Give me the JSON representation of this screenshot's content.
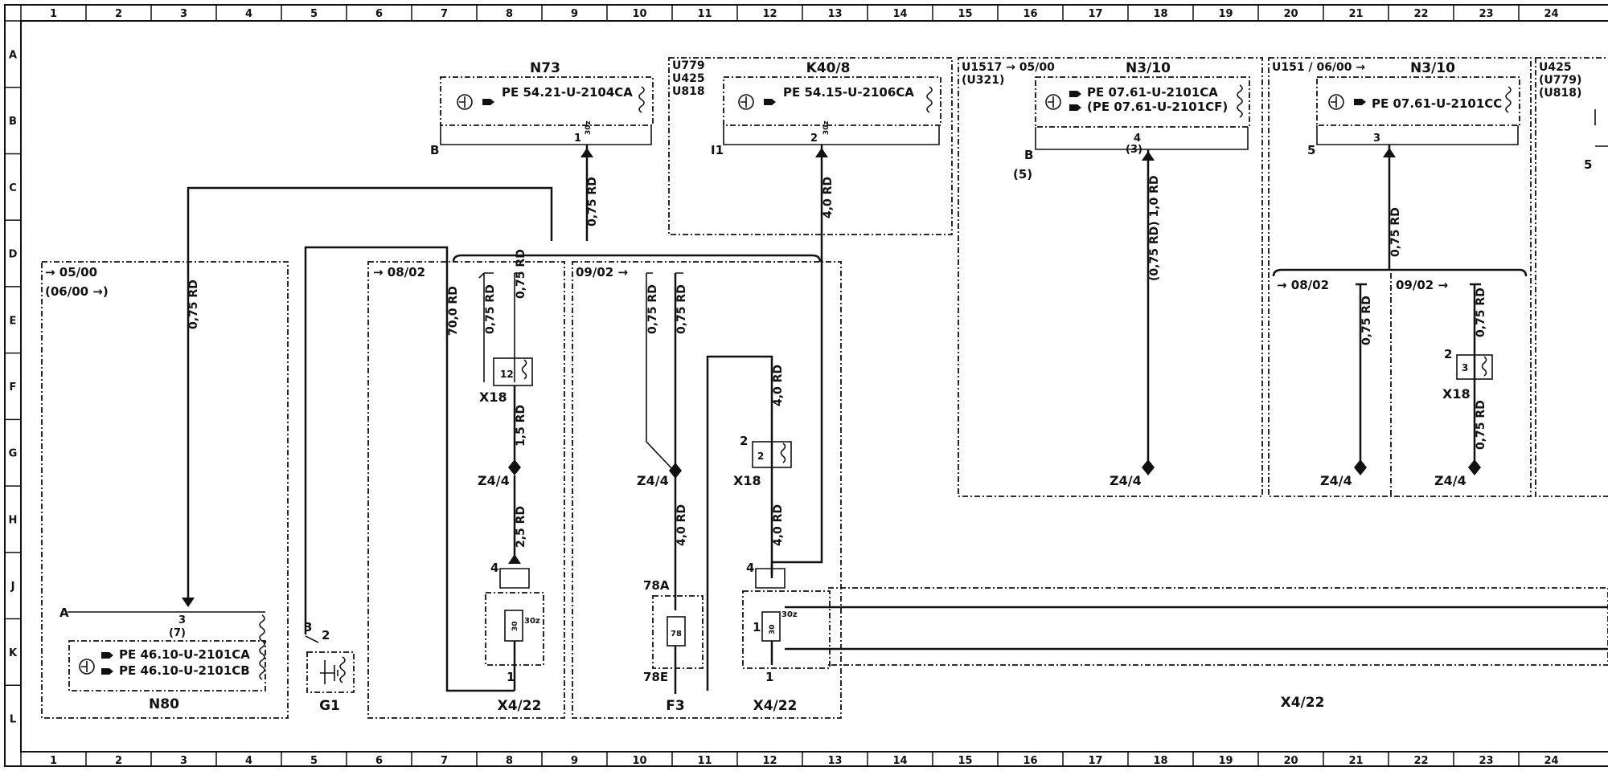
{
  "ruler": {
    "columns": [
      "1",
      "2",
      "3",
      "4",
      "5",
      "6",
      "7",
      "8",
      "9",
      "10",
      "11",
      "12",
      "13",
      "14",
      "15",
      "16",
      "17",
      "18",
      "19",
      "20",
      "21",
      "22",
      "23",
      "24"
    ],
    "rows": [
      "A",
      "B",
      "C",
      "D",
      "E",
      "F",
      "G",
      "H",
      "J",
      "K",
      "L"
    ]
  },
  "components": {
    "n73": {
      "title": "N73",
      "ref": "PE 54.21-U-2104CA",
      "pin_left": "B",
      "pin": "1",
      "pin_tag": "30z"
    },
    "k40": {
      "title": "K40/8",
      "variant": [
        "U779",
        "U425",
        "U818"
      ],
      "ref": "PE 54.15-U-2106CA",
      "pin_left": "I1",
      "pin": "2",
      "pin_tag": "30z"
    },
    "n310a": {
      "title": "N3/10",
      "variant": [
        "U1517 → 05/00",
        "(U321)"
      ],
      "refs": [
        "PE 07.61-U-2101CA",
        "(PE 07.61-U-2101CF)"
      ],
      "pin_left": "B",
      "pin_left_alt": "(5)",
      "pin": "4",
      "pin_alt": "(3)"
    },
    "n310b": {
      "title": "N3/10",
      "variant": "U151 / 06/00 →",
      "ref": "PE 07.61-U-2101CC",
      "pin_left": "5",
      "pin": "3"
    },
    "right_stub": {
      "variant": [
        "U425",
        "(U779)",
        "(U818)"
      ],
      "pin_left": "5"
    },
    "n80": {
      "title": "N80",
      "variant": [
        "→ 05/00",
        "(06/00 →)"
      ],
      "refs": [
        "PE 46.10-U-2101CA",
        "PE 46.10-U-2101CB"
      ],
      "pin_left": "A",
      "pin": "3",
      "pin_alt": "(7)"
    },
    "g1": {
      "title": "G1",
      "pin1": "3",
      "pin2": "2"
    },
    "f3": {
      "title": "F3",
      "top": "78A",
      "bottom": "78E",
      "tag": "78"
    }
  },
  "groups": {
    "g0802_left": "→ 08/02",
    "g0902": "09/02 →",
    "g0802_right": "→ 08/02",
    "g0902_right": "09/02 →"
  },
  "wires": {
    "w075": "0,75 RD",
    "w70": "70,0 RD",
    "w15": "1,5 RD",
    "w25": "2,5 RD",
    "w40": "4,0 RD",
    "w_n310": "(0,75 RD) 1,0 RD"
  },
  "connectors": {
    "x18": "X18",
    "z44": "Z4/4",
    "x422": "X4/22",
    "x18_pin12": "12",
    "x18_pin2": "2",
    "x18_pin3": "3",
    "x422_pin4": "4",
    "x422_pin1": "1",
    "x422_tag_a": "30z",
    "x422_tag_b": "30",
    "x422_tag_c": "30z",
    "x422_tag_d": "30"
  },
  "symbols": {
    "ref_icon": "ref-pointer-icon",
    "module_icon": "module-symbol-icon"
  }
}
